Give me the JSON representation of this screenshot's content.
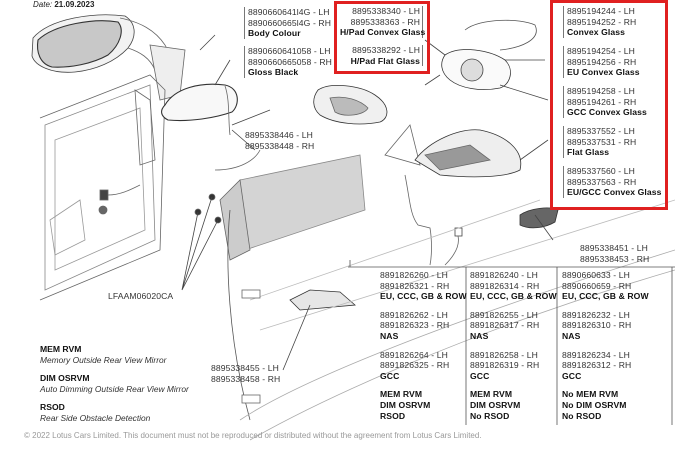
{
  "header": {
    "date_label": "Date:",
    "date_value": "21.09.2023"
  },
  "callouts": {
    "mirror_cover_body": {
      "lh": "8890660641l4G - LH",
      "rh": "8890660665l4G - RH",
      "desc": "Body Colour"
    },
    "mirror_cover_black": {
      "lh": "8890660641058 - LH",
      "rh": "8890660665058 - RH",
      "desc": "Gloss Black"
    },
    "hpad_convex": {
      "lh": "8895338340 - LH",
      "rh": "8895338363 - RH",
      "desc": "H/Pad Convex Glass"
    },
    "hpad_flat": {
      "lh": "8895338292 - LH",
      "desc": "H/Pad Flat Glass"
    },
    "glass_options": [
      {
        "lh": "8895194244 - LH",
        "rh": "8895194252 - RH",
        "desc": "Convex Glass"
      },
      {
        "lh": "8895194254 - LH",
        "rh": "8895194256 - RH",
        "desc": "EU Convex Glass"
      },
      {
        "lh": "8895194258 - LH",
        "rh": "8895194261 - RH",
        "desc": "GCC Convex Glass"
      },
      {
        "lh": "8895337552 - LH",
        "rh": "8895337531 - RH",
        "desc": "Flat Glass"
      },
      {
        "lh": "8895337560 - LH",
        "rh": "8895337563 - RH",
        "desc": "EU/GCC Convex Glass"
      }
    ],
    "backing_plate": {
      "lh": "8895338446 - LH",
      "rh": "8895338448 - RH"
    },
    "indicator": {
      "lh": "8895338451 - LH",
      "rh": "8895338453 - RH"
    },
    "puddle_lamp": {
      "lh": "8895338455 - LH",
      "rh": "8895338458 - RH"
    },
    "fastener": "LFAAM06020CA"
  },
  "tables": [
    {
      "rows": [
        {
          "lh": "8891826260 - LH",
          "rh": "8891826321 - RH",
          "desc": "EU, CCC, GB & ROW"
        },
        {
          "lh": "8891826262 - LH",
          "rh": "8891826323 - RH",
          "desc": "NAS"
        },
        {
          "lh": "8891826264 - LH",
          "rh": "8891826325 - RH",
          "desc": "GCC"
        }
      ],
      "features": [
        "MEM RVM",
        "DIM OSRVM",
        "RSOD"
      ]
    },
    {
      "rows": [
        {
          "lh": "8891826240 - LH",
          "rh": "8891826314 - RH",
          "desc": "EU, CCC, GB & ROW"
        },
        {
          "lh": "8891826255 - LH",
          "rh": "8891826317 - RH",
          "desc": "NAS"
        },
        {
          "lh": "8891826258 - LH",
          "rh": "8891826319 - RH",
          "desc": "GCC"
        }
      ],
      "features": [
        "MEM RVM",
        "DIM OSRVM",
        "No RSOD"
      ]
    },
    {
      "rows": [
        {
          "lh": "8890660633 - LH",
          "rh": "8890660659 - RH",
          "desc": "EU, CCC, GB & ROW"
        },
        {
          "lh": "8891826232 - LH",
          "rh": "8891826310 - RH",
          "desc": "NAS"
        },
        {
          "lh": "8891826234 - LH",
          "rh": "8891826312 - RH",
          "desc": "GCC"
        }
      ],
      "features": [
        "No MEM RVM",
        "No DIM OSRVM",
        "No RSOD"
      ]
    }
  ],
  "legend": [
    {
      "abbr": "MEM RVM",
      "full": "Memory Outside Rear View Mirror"
    },
    {
      "abbr": "DIM OSRVM",
      "full": "Auto Dimming Outside Rear View Mirror"
    },
    {
      "abbr": "RSOD",
      "full": "Rear Side Obstacle Detection"
    }
  ],
  "footer": "© 2022 Lotus Cars Limited. This document must not be reproduced or distributed without the agreement from Lotus Cars Limited.",
  "colors": {
    "highlight": "#e02020",
    "line": "#555555",
    "glass": "#c8c8c8"
  }
}
